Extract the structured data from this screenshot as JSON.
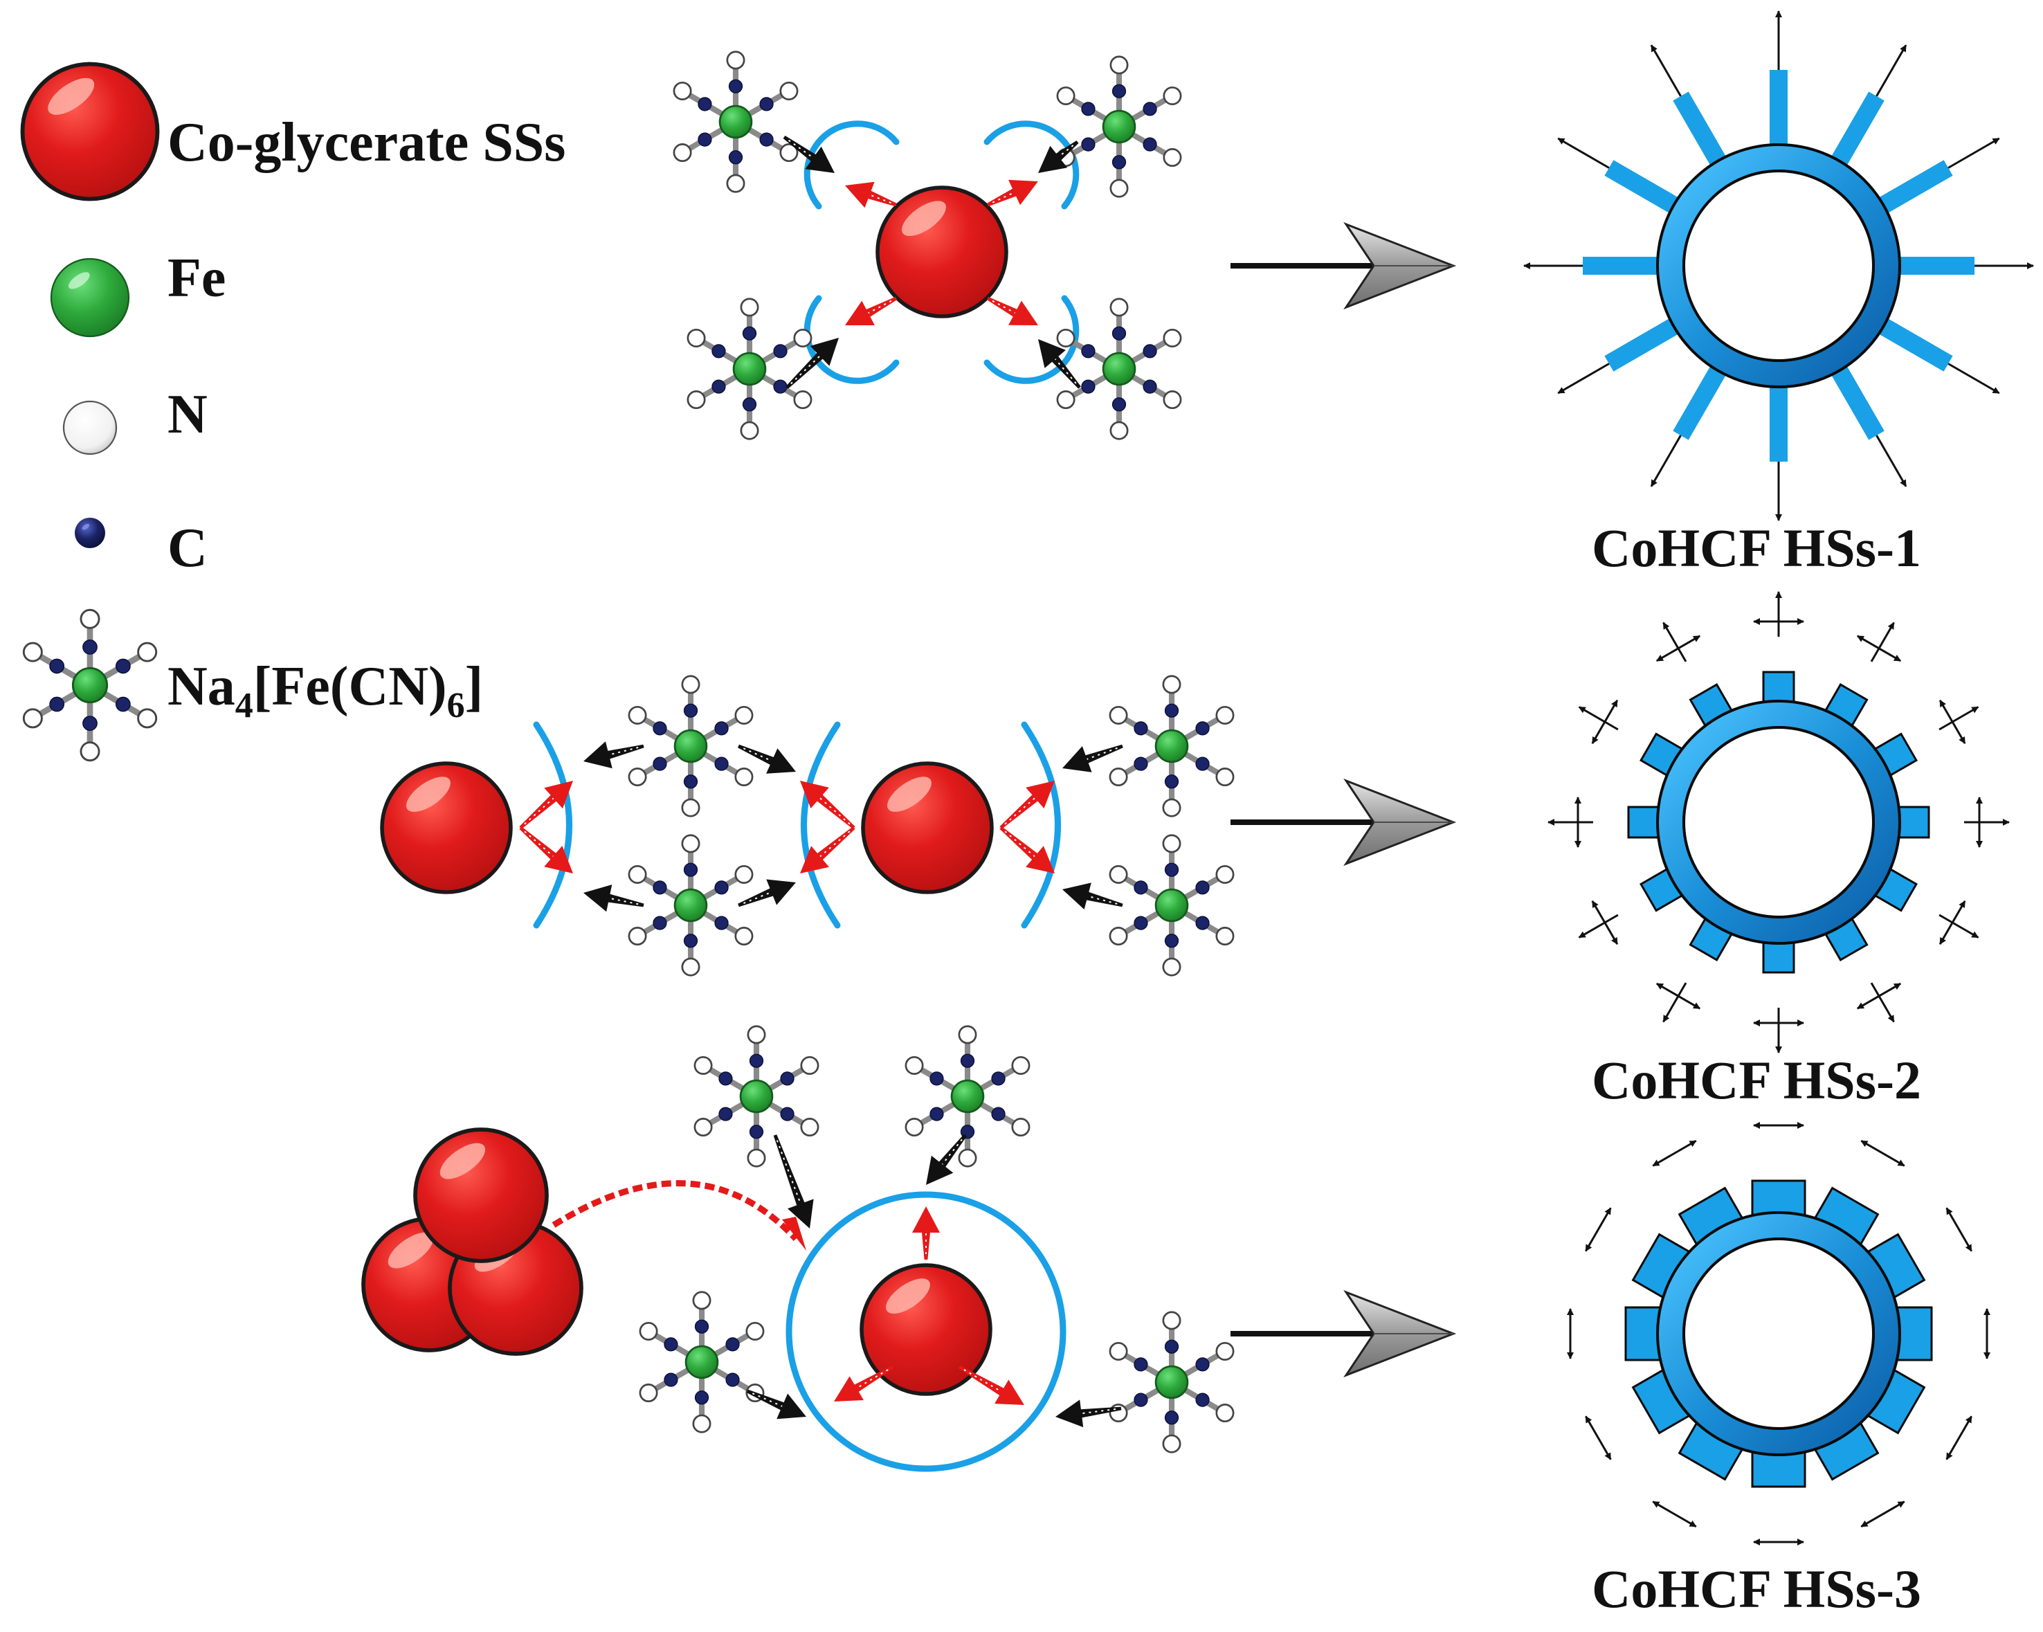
{
  "legend": {
    "items": [
      {
        "key": "co-glycerate",
        "label": "Co-glycerate SSs"
      },
      {
        "key": "fe",
        "label": "Fe"
      },
      {
        "key": "n",
        "label": "N"
      },
      {
        "key": "c",
        "label": "C"
      },
      {
        "key": "ferrocyanide",
        "label_main": "Na",
        "sub1": "4",
        "label_mid": "[Fe(CN)",
        "sub2": "6",
        "label_end": "]"
      }
    ]
  },
  "products": [
    {
      "label": "CoHCF HSs-1"
    },
    {
      "label": "CoHCF HSs-2"
    },
    {
      "label": "CoHCF HSs-3"
    }
  ],
  "colors": {
    "sphere": "#dd1a1a",
    "fe": "#2eaa3c",
    "carbon": "#1b2466",
    "nitrogen": "#f4f4f4",
    "shell": "#1aa0e6",
    "red_arrow": "#e61919",
    "black_arrow": "#111111",
    "process_arrow": "#8a8a8a"
  },
  "icons": [
    "co-glycerate-sphere-icon",
    "fe-atom-icon",
    "n-atom-icon",
    "c-atom-icon",
    "ferrocyanide-molecule-icon",
    "process-arrow-icon"
  ]
}
